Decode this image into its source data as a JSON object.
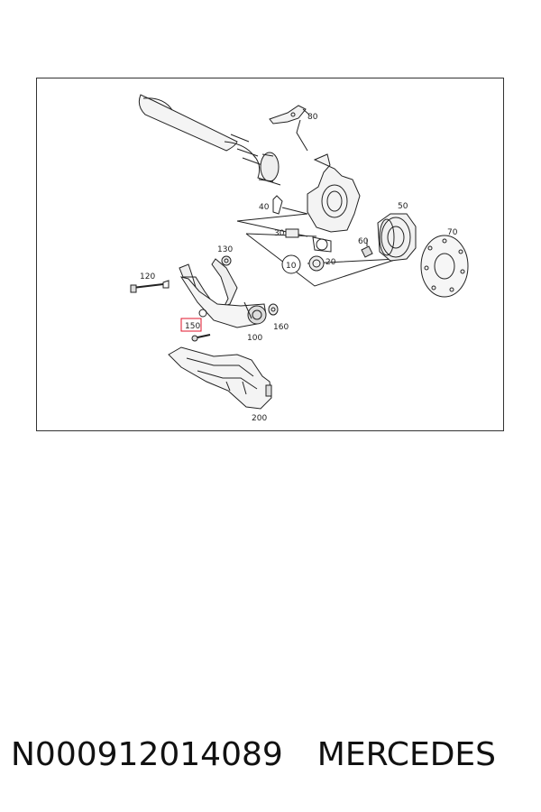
{
  "diagram": {
    "callouts": {
      "c10": "10",
      "c20": "20",
      "c30": "30",
      "c40": "40",
      "c50": "50",
      "c60": "60",
      "c70": "70",
      "c80": "80",
      "c100": "100",
      "c120": "120",
      "c130": "130",
      "c150": "150",
      "c160": "160",
      "c200": "200"
    },
    "highlighted_callout": "150",
    "highlight_color": "#e0142b",
    "line_color": "#222222"
  },
  "caption": {
    "part_number": "N000912014089",
    "brand": "MERCEDES"
  }
}
